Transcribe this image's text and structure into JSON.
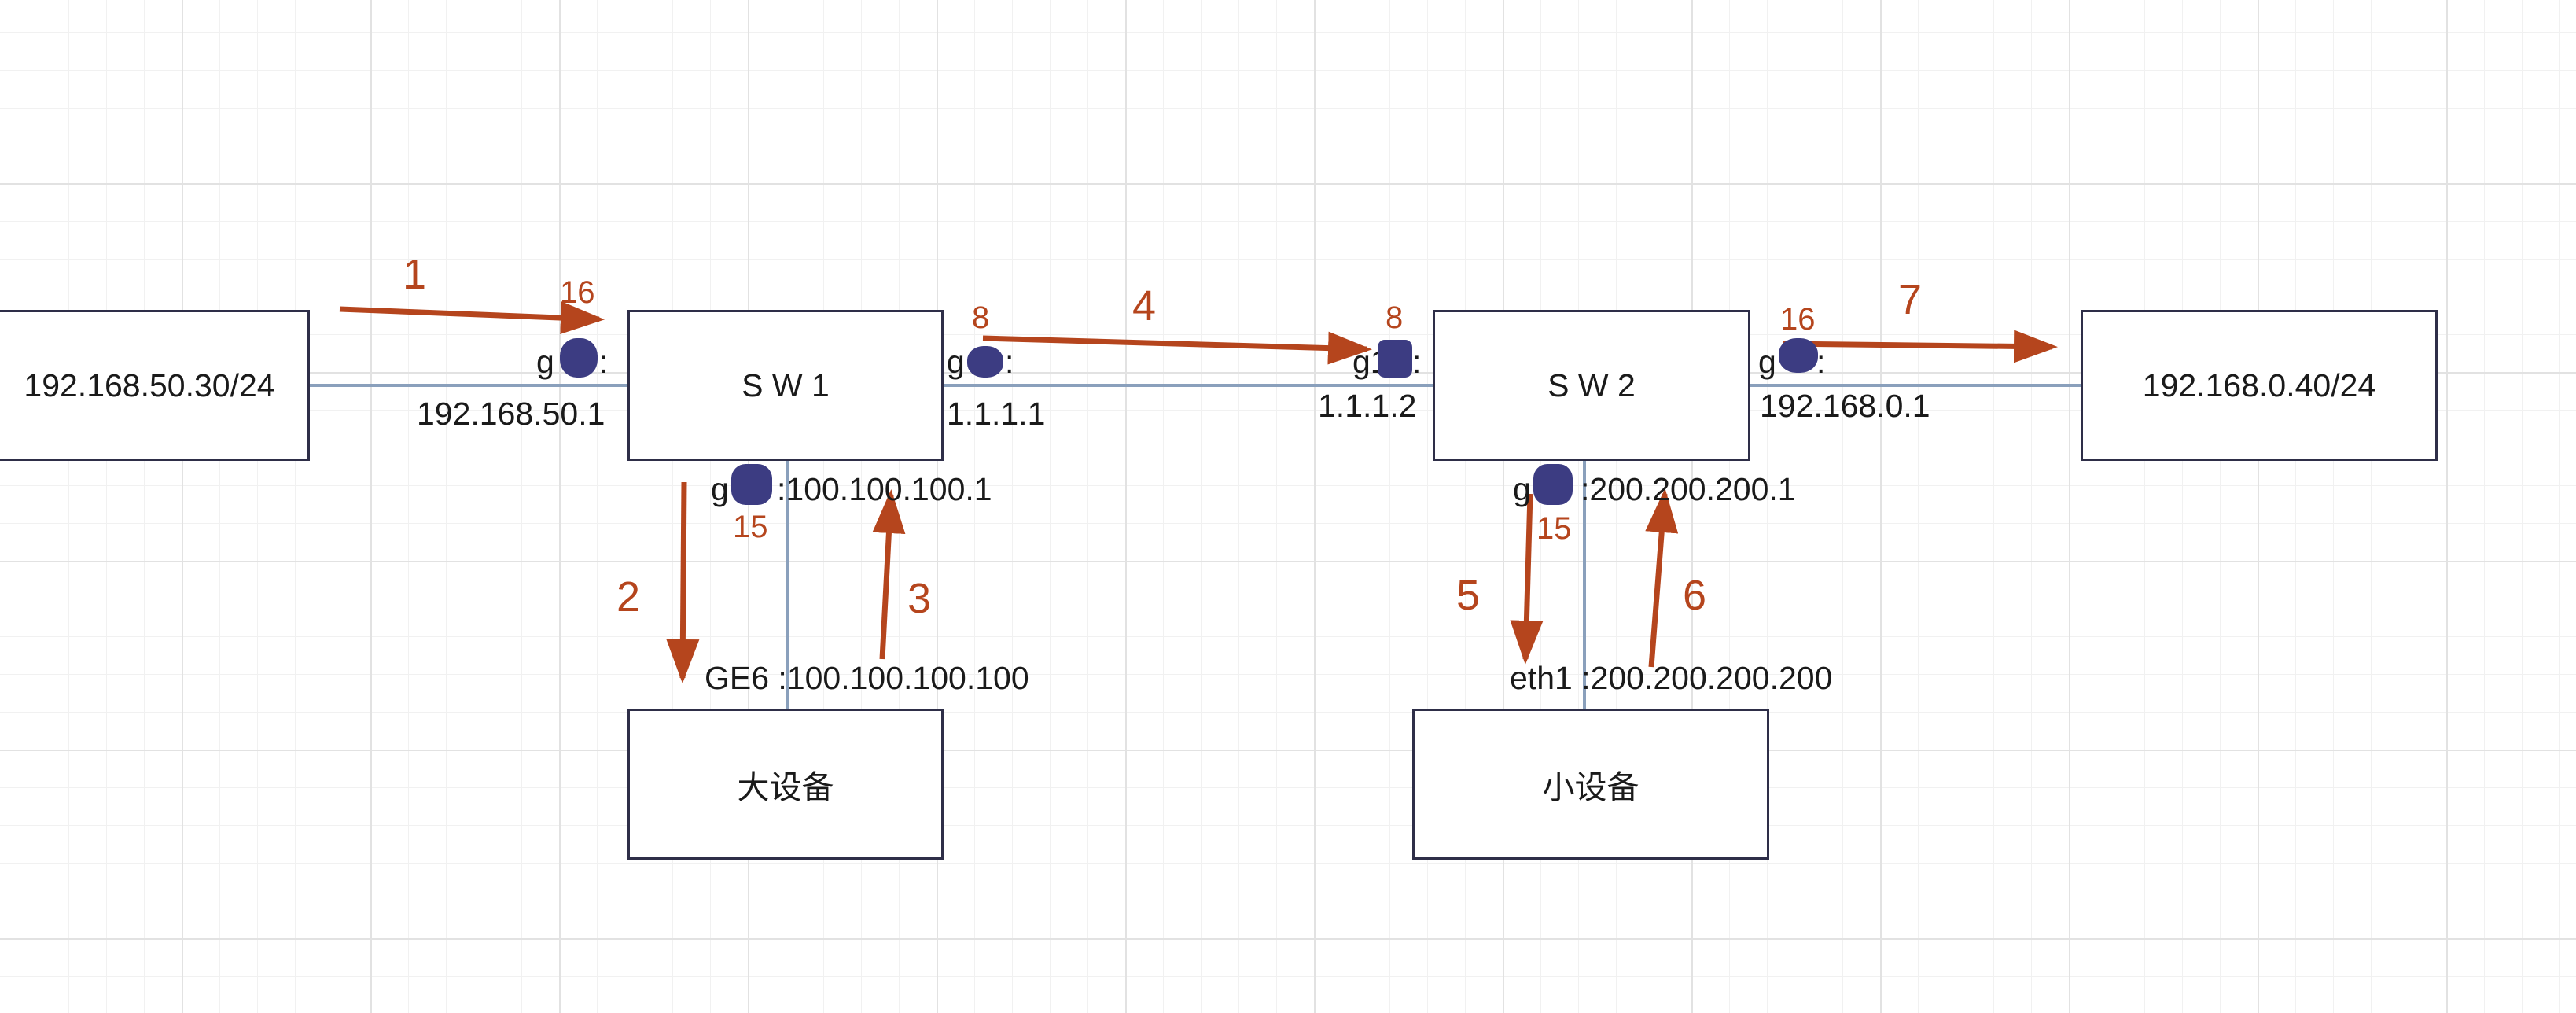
{
  "nodes": {
    "host_left": "192.168.50.30/24",
    "sw1": "S W 1",
    "sw2": "S W 2",
    "host_right": "192.168.0.40/24",
    "big_device": "大设备",
    "small_device": "小设备"
  },
  "port_labels": {
    "sw1_left_prefix": "g",
    "sw1_left_suffix": ":",
    "sw1_left_ip": "192.168.50.1",
    "sw1_right_prefix": "g",
    "sw1_right_suffix": ":",
    "sw1_right_ip": "1.1.1.1",
    "sw2_left_prefix": "g1",
    "sw2_left_suffix": ":",
    "sw2_left_ip": "1.1.1.2",
    "sw2_right_prefix": "g",
    "sw2_right_suffix": ":",
    "sw2_right_ip": "192.168.0.1",
    "sw1_down_prefix": "g",
    "sw1_down_ip": ":100.100.100.1",
    "sw2_down_prefix": "g",
    "sw2_down_ip": ":200.200.200.1",
    "big_device_port": "GE6 :100.100.100.100",
    "small_device_port": "eth1 :200.200.200.200"
  },
  "port_numbers": {
    "sw1_left": "16",
    "sw1_right": "8",
    "sw2_left": "8",
    "sw2_right": "16",
    "sw1_down": "15",
    "sw2_down": "15"
  },
  "steps": [
    "1",
    "2",
    "3",
    "4",
    "5",
    "6",
    "7"
  ],
  "colors": {
    "arrow": "#b5451d",
    "link": "#8aa0bc",
    "node_border": "#2e2e48",
    "redaction": "#3c3c82"
  }
}
